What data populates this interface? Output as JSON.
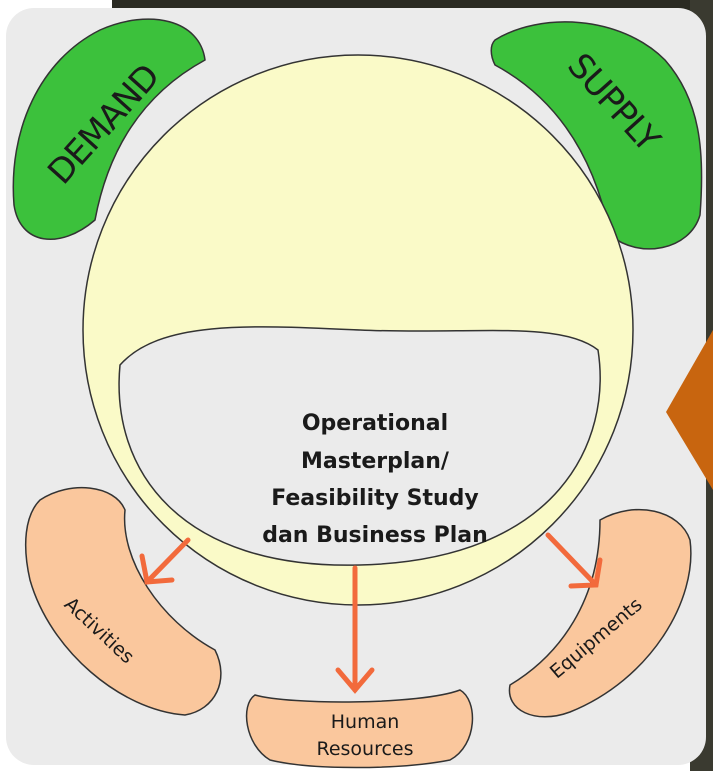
{
  "diagram": {
    "top_left_label": "DEMAND",
    "top_right_label": "SUPPLY",
    "center_text": {
      "line1": "Operational",
      "line2": "Masterplan/",
      "line3": "Feasibility Study",
      "line4": "dan Business Plan"
    },
    "outputs": {
      "left": "Activities",
      "middle_line1": "Human",
      "middle_line2": "Resources",
      "right": "Equipments"
    }
  },
  "colors": {
    "green": "#3cc13c",
    "circle": "#fafac8",
    "panel": "#ebebeb",
    "peach": "#fac79d",
    "arrow": "#f26a3c",
    "orange_triangle": "#c8650f",
    "dark_photo": "#2a2a22"
  }
}
